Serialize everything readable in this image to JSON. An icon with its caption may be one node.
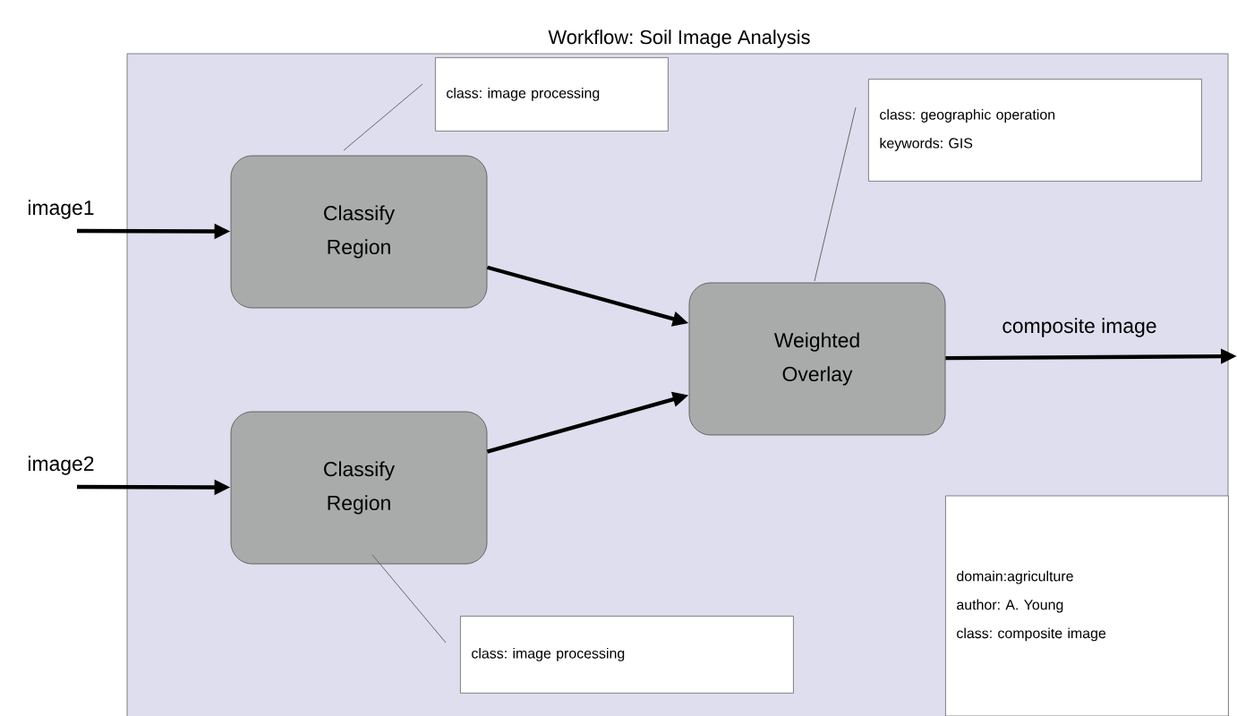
{
  "diagram": {
    "nodes": [
      {
        "text": [
          "Workflow: Soil Image Analysis"
        ]
      },
      {
        "text": [
          "Classify Region"
        ],
        "in": 0
      },
      {
        "text": [
          "Classify Region"
        ],
        "in": 0
      },
      {
        "text": [
          "Weighted Overlay"
        ],
        "in": 0
      },
      {
        "text": [
          "class: image processing"
        ],
        "in": 0
      },
      {
        "text": [
          "class: geographic operation",
          "keywords: GIS"
        ],
        "in": 0
      },
      {
        "text": [
          "class: image processing"
        ],
        "in": 0
      },
      {
        "text": [
          "domain:agriculture",
          "author: A. Young",
          "class: composite image"
        ],
        "in": 0
      }
    ],
    "edges": [
      {
        "from": null,
        "to": 1,
        "arrow": "to",
        "label": "image1"
      },
      {
        "from": null,
        "to": 2,
        "arrow": "to",
        "label": "image2"
      },
      {
        "from": 1,
        "to": 3,
        "arrow": "to"
      },
      {
        "from": 2,
        "to": 3,
        "arrow": "to"
      },
      {
        "from": 3,
        "to": null,
        "arrow": "to",
        "label": "composite image"
      },
      {
        "from": 4,
        "to": 1,
        "arrow": "none",
        "color": "#666666"
      },
      {
        "from": 5,
        "to": 3,
        "arrow": "none",
        "color": "#666666"
      },
      {
        "from": 6,
        "to": 2,
        "arrow": "none",
        "color": "#666666"
      }
    ]
  }
}
